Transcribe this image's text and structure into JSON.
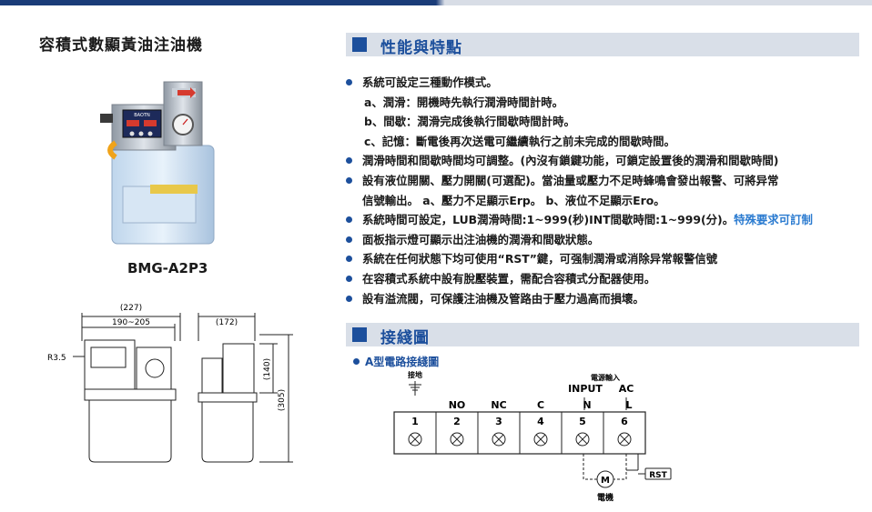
{
  "product": {
    "title": "容積式數顯黃油注油機",
    "model": "BMG-A2P3",
    "panel_text": "BAOTN"
  },
  "drawing": {
    "dim_overall": "(227)",
    "dim_range": "190~205",
    "dim_side_width": "(172)",
    "dim_height_upper": "(140)",
    "dim_height_total": "(305)",
    "radius_label": "R3.5"
  },
  "features_section": {
    "heading": "性能與特點",
    "items": [
      {
        "bullet": true,
        "text": "系統可設定三種動作模式。"
      },
      {
        "bullet": false,
        "text": "a、潤滑：開機時先執行潤滑時間計時。"
      },
      {
        "bullet": false,
        "text": "b、間歇：潤滑完成後執行間歇時間計時。"
      },
      {
        "bullet": false,
        "text": "c、記憶：斷電後再次送電可繼續執行之前未完成的間歇時間。"
      },
      {
        "bullet": true,
        "text": "潤滑時間和間歇時間均可調整。(內沒有鎖鍵功能，可鎖定設置後的潤滑和間歇時間)"
      },
      {
        "bullet": true,
        "text": "設有液位開關、壓力開關(可選配)。當油量或壓力不足時蜂鳴會發出報警、可將异常"
      },
      {
        "bullet": false,
        "text": "信號輸出。 a、壓力不足顯示Erp。 b、液位不足顯示Ero。"
      },
      {
        "bullet": true,
        "text": "系統時間可設定，LUB潤滑時間:1~999(秒)INT間歇時間:1~999(分)。",
        "highlight": "特殊要求可訂制"
      },
      {
        "bullet": true,
        "text": "面板指示燈可顯示出注油機的潤滑和間歇狀態。"
      },
      {
        "bullet": true,
        "text": "系統在任何狀態下均可使用“RST”鍵，可强制潤滑或消除异常報警信號"
      },
      {
        "bullet": true,
        "text": "在容積式系統中設有脫壓裝置，需配合容積式分配器使用。"
      },
      {
        "bullet": true,
        "text": "設有溢流閥，可保護注油機及管路由于壓力過高而損壞。"
      }
    ]
  },
  "wiring_section": {
    "heading": "接綫圖",
    "subtitle": "A型電路接綫圖",
    "ground_label": "接地",
    "power_label": "電源輸入",
    "input_label": "INPUT",
    "ac_label": "AC",
    "terminal_labels": [
      "",
      "NO",
      "NC",
      "C",
      "N",
      "L"
    ],
    "terminal_numbers": [
      "1",
      "2",
      "3",
      "4",
      "5",
      "6"
    ],
    "motor_symbol": "M",
    "motor_label": "電機",
    "rst_label": "RST"
  },
  "colors": {
    "accent": "#1c4f9c",
    "section_bg": "#d9dfe8",
    "highlight": "#2b7bd0"
  }
}
